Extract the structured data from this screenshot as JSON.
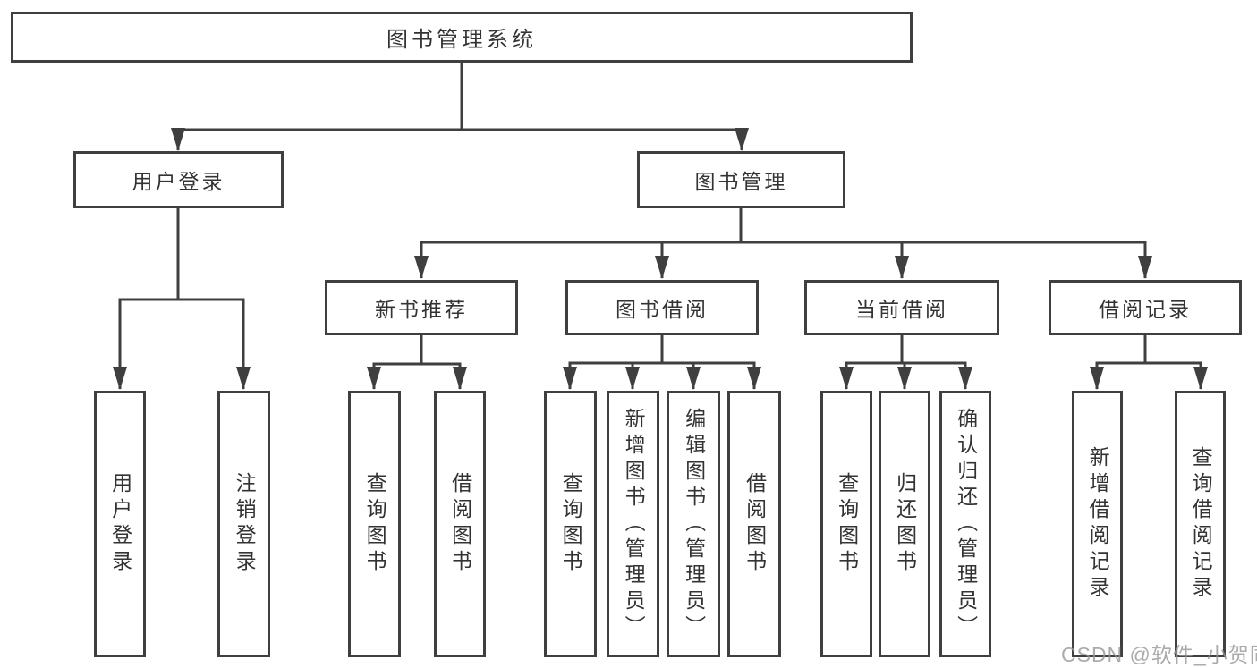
{
  "tree": {
    "label": "图书管理系统",
    "children": [
      {
        "label": "用户登录",
        "children": [
          {
            "label": "用户登录"
          },
          {
            "label": "注销登录"
          }
        ]
      },
      {
        "label": "图书管理",
        "children": [
          {
            "label": "新书推荐",
            "children": [
              {
                "label": "查询图书"
              },
              {
                "label": "借阅图书"
              }
            ]
          },
          {
            "label": "图书借阅",
            "children": [
              {
                "label": "查询图书"
              },
              {
                "label": "新增图书（管理员）"
              },
              {
                "label": "编辑图书（管理员）"
              },
              {
                "label": "借阅图书"
              }
            ]
          },
          {
            "label": "当前借阅",
            "children": [
              {
                "label": "查询图书"
              },
              {
                "label": "归还图书"
              },
              {
                "label": "确认归还（管理员）"
              }
            ]
          },
          {
            "label": "借阅记录",
            "children": [
              {
                "label": "新增借阅记录"
              },
              {
                "label": "查询借阅记录"
              }
            ]
          }
        ]
      }
    ]
  },
  "watermark": {
    "text": "CSDN @软件_小贺同学"
  },
  "colors": {
    "line": "#3f3f3f",
    "text": "#333333",
    "background": "#ffffff",
    "watermark": "#969696"
  }
}
